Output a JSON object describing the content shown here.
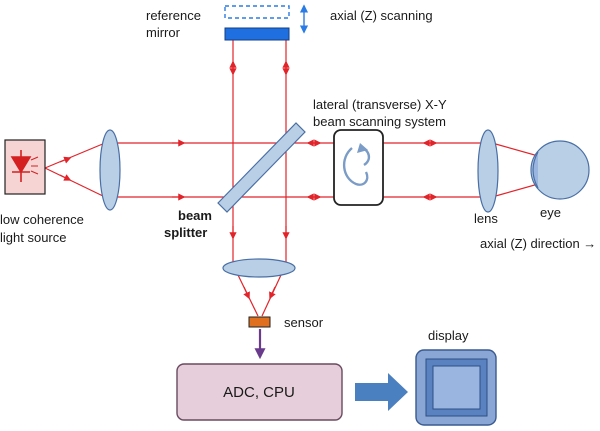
{
  "labels": {
    "reference_mirror_line1": "reference",
    "reference_mirror_line2": "mirror",
    "axial_scanning": "axial (Z) scanning",
    "lateral_line1": "lateral  (transverse) X-Y",
    "lateral_line2": "beam scanning system",
    "light_source_line1": "low coherence",
    "light_source_line2": "light source",
    "beam_splitter_line1": "beam",
    "beam_splitter_line2": "splitter",
    "lens": "lens",
    "eye": "eye",
    "axial_direction": "axial (Z) direction →",
    "sensor": "sensor",
    "processor": "ADC, CPU",
    "display": "display"
  },
  "colors": {
    "beam": "#e2242a",
    "lens_fill": "#b8cfe6",
    "lens_stroke": "#4a6fa5",
    "mirror": "#1f6fe0",
    "mirror_outline": "#2a7be4",
    "axial_arrow": "#2a7be4",
    "splitter_fill": "#b8cfe6",
    "light_source_box": "#f6d4d4",
    "led": "#d42020",
    "sensor": "#e07020",
    "signal_arrow": "#6a3b8c",
    "processor_fill": "#e6cfda",
    "processor_stroke": "#6a4a60",
    "block_arrow": "#4a7fc0",
    "display_outer": "#8aa6d4",
    "display_inner": "#5a82c0",
    "display_screen": "#9ab6e0",
    "eye_fill": "#b8cfe6"
  },
  "icons": {
    "light_source": "led-diode-icon",
    "scanner": "rotation-arrow-icon",
    "display": "monitor-icon"
  }
}
